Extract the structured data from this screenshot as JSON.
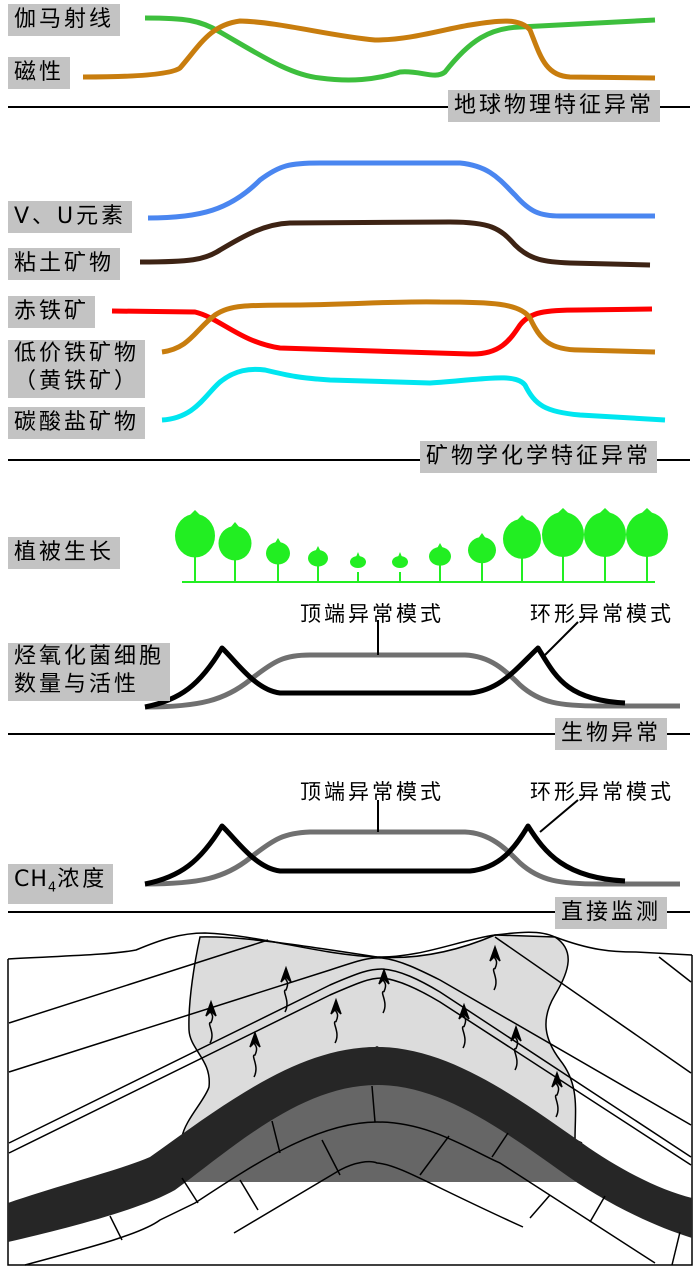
{
  "geophysics": {
    "gamma": "伽马射线",
    "magnetic": "磁性",
    "section": "地球物理特征异常"
  },
  "mineral": {
    "vu": "V、U元素",
    "clay": "粘土矿物",
    "hematite": "赤铁矿",
    "low_fe_1": "低价铁矿物",
    "low_fe_2": "（黄铁矿）",
    "carbonate": "碳酸盐矿物",
    "section": "矿物学化学特征异常"
  },
  "bio": {
    "vegetation": "植被生长",
    "bacteria_1": "烃氧化菌细胞",
    "bacteria_2": "数量与活性",
    "apical": "顶端异常模式",
    "annular": "环形异常模式",
    "section": "生物异常"
  },
  "direct": {
    "ch4_main": "CH",
    "ch4_sub": "4",
    "ch4_rest": "浓度",
    "apical": "顶端异常模式",
    "annular": "环形异常模式",
    "section": "直接监测"
  },
  "colors": {
    "gamma": "#3dbf3d",
    "magnetic": "#c87d0e",
    "vu": "#4a86f0",
    "clay": "#3d2314",
    "hematite": "#ff0000",
    "low_fe": "#c87d0e",
    "carbonate": "#00e6f0",
    "tree": "#22ee22"
  }
}
